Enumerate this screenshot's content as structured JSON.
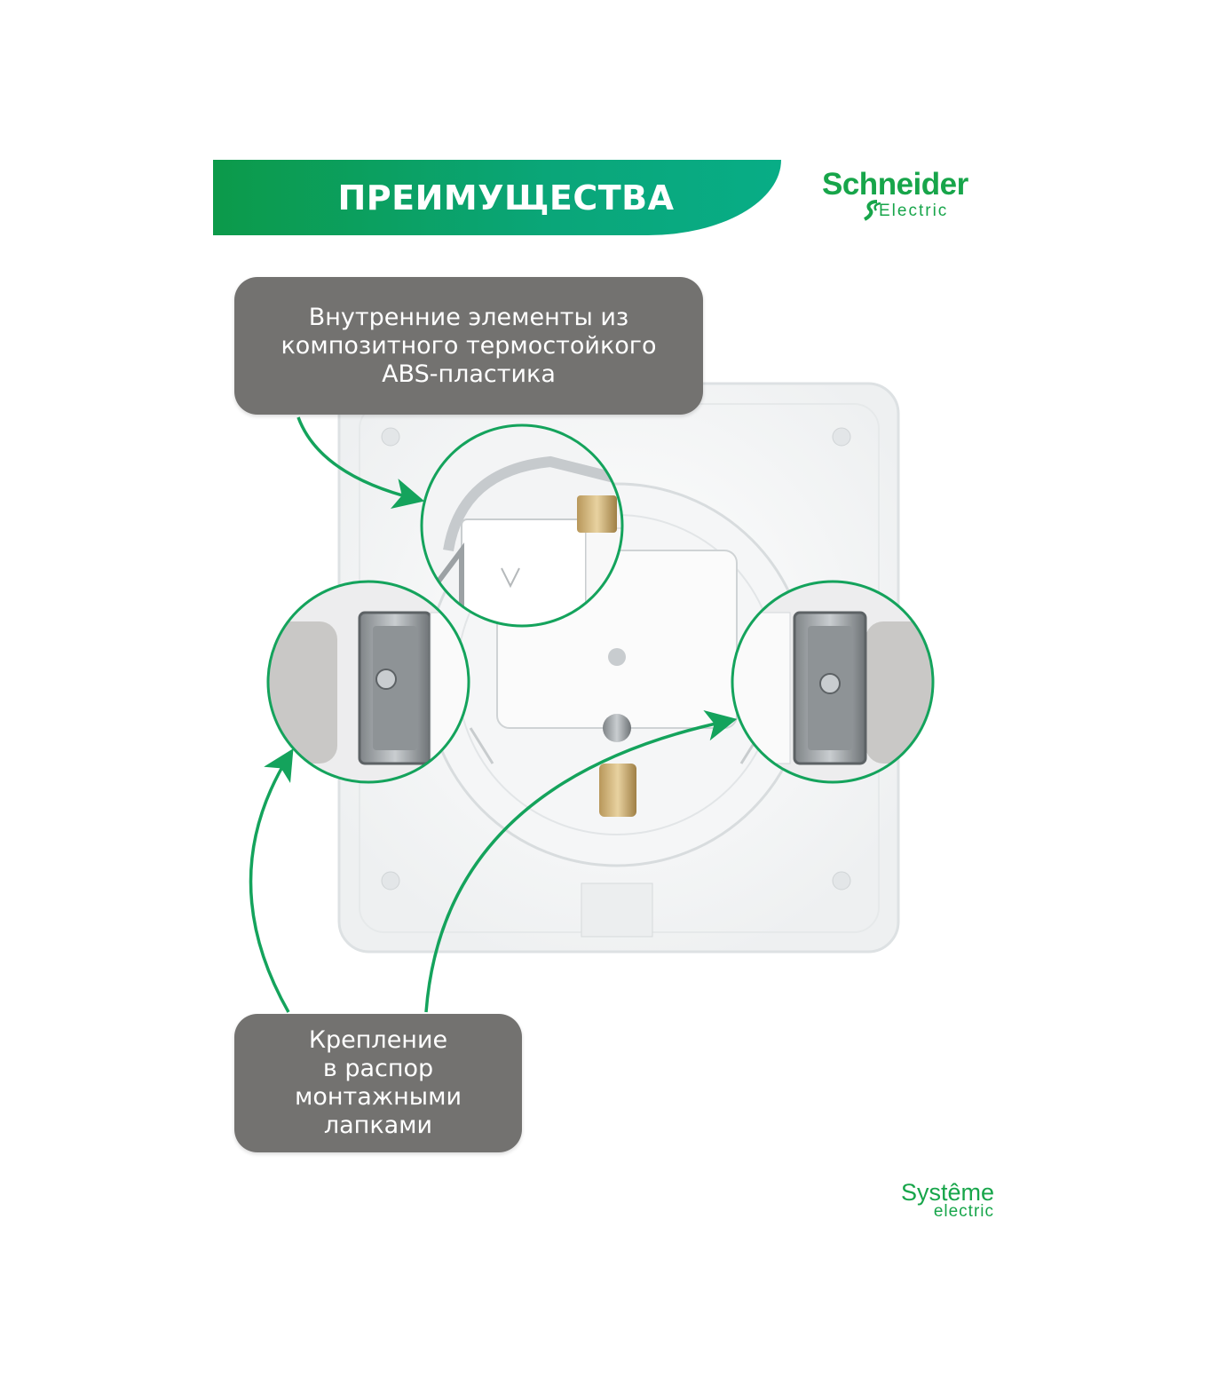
{
  "header": {
    "title": "ПРЕИМУЩЕСТВА",
    "brand_name": "Schneider",
    "brand_sub": "Electric"
  },
  "callouts": [
    {
      "lines": [
        "Внутренние элементы из",
        "композитного термостойкого",
        "ABS-пластика"
      ]
    },
    {
      "lines": [
        "Крепление",
        "в распор",
        "монтажными",
        "лапками"
      ]
    }
  ],
  "footer": {
    "brand_name": "Systême",
    "brand_sub": "electric"
  },
  "colors": {
    "accent_green": "#0c9a4a",
    "callout_gray": "#737270",
    "arrow_green": "#14a35c"
  },
  "icons": [
    "schneider-logo-mark",
    "zoom-circle",
    "curved-arrow"
  ]
}
